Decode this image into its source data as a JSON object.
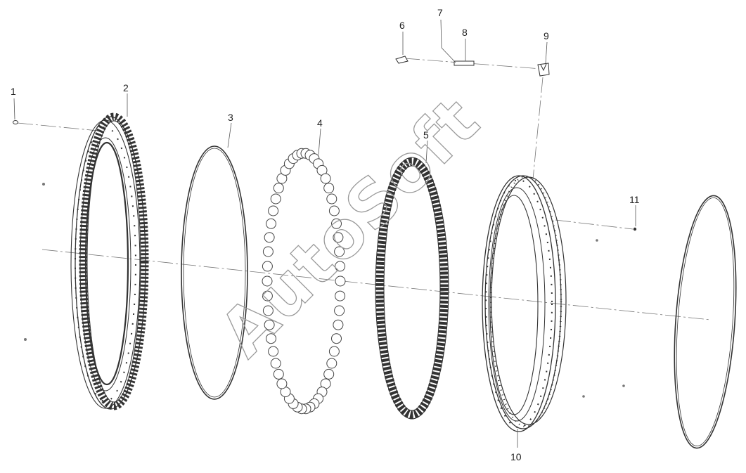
{
  "diagram": {
    "callouts": [
      "1",
      "2",
      "3",
      "4",
      "5",
      "6",
      "7",
      "8",
      "9",
      "10",
      "11"
    ],
    "watermark": "AutoSoft"
  }
}
